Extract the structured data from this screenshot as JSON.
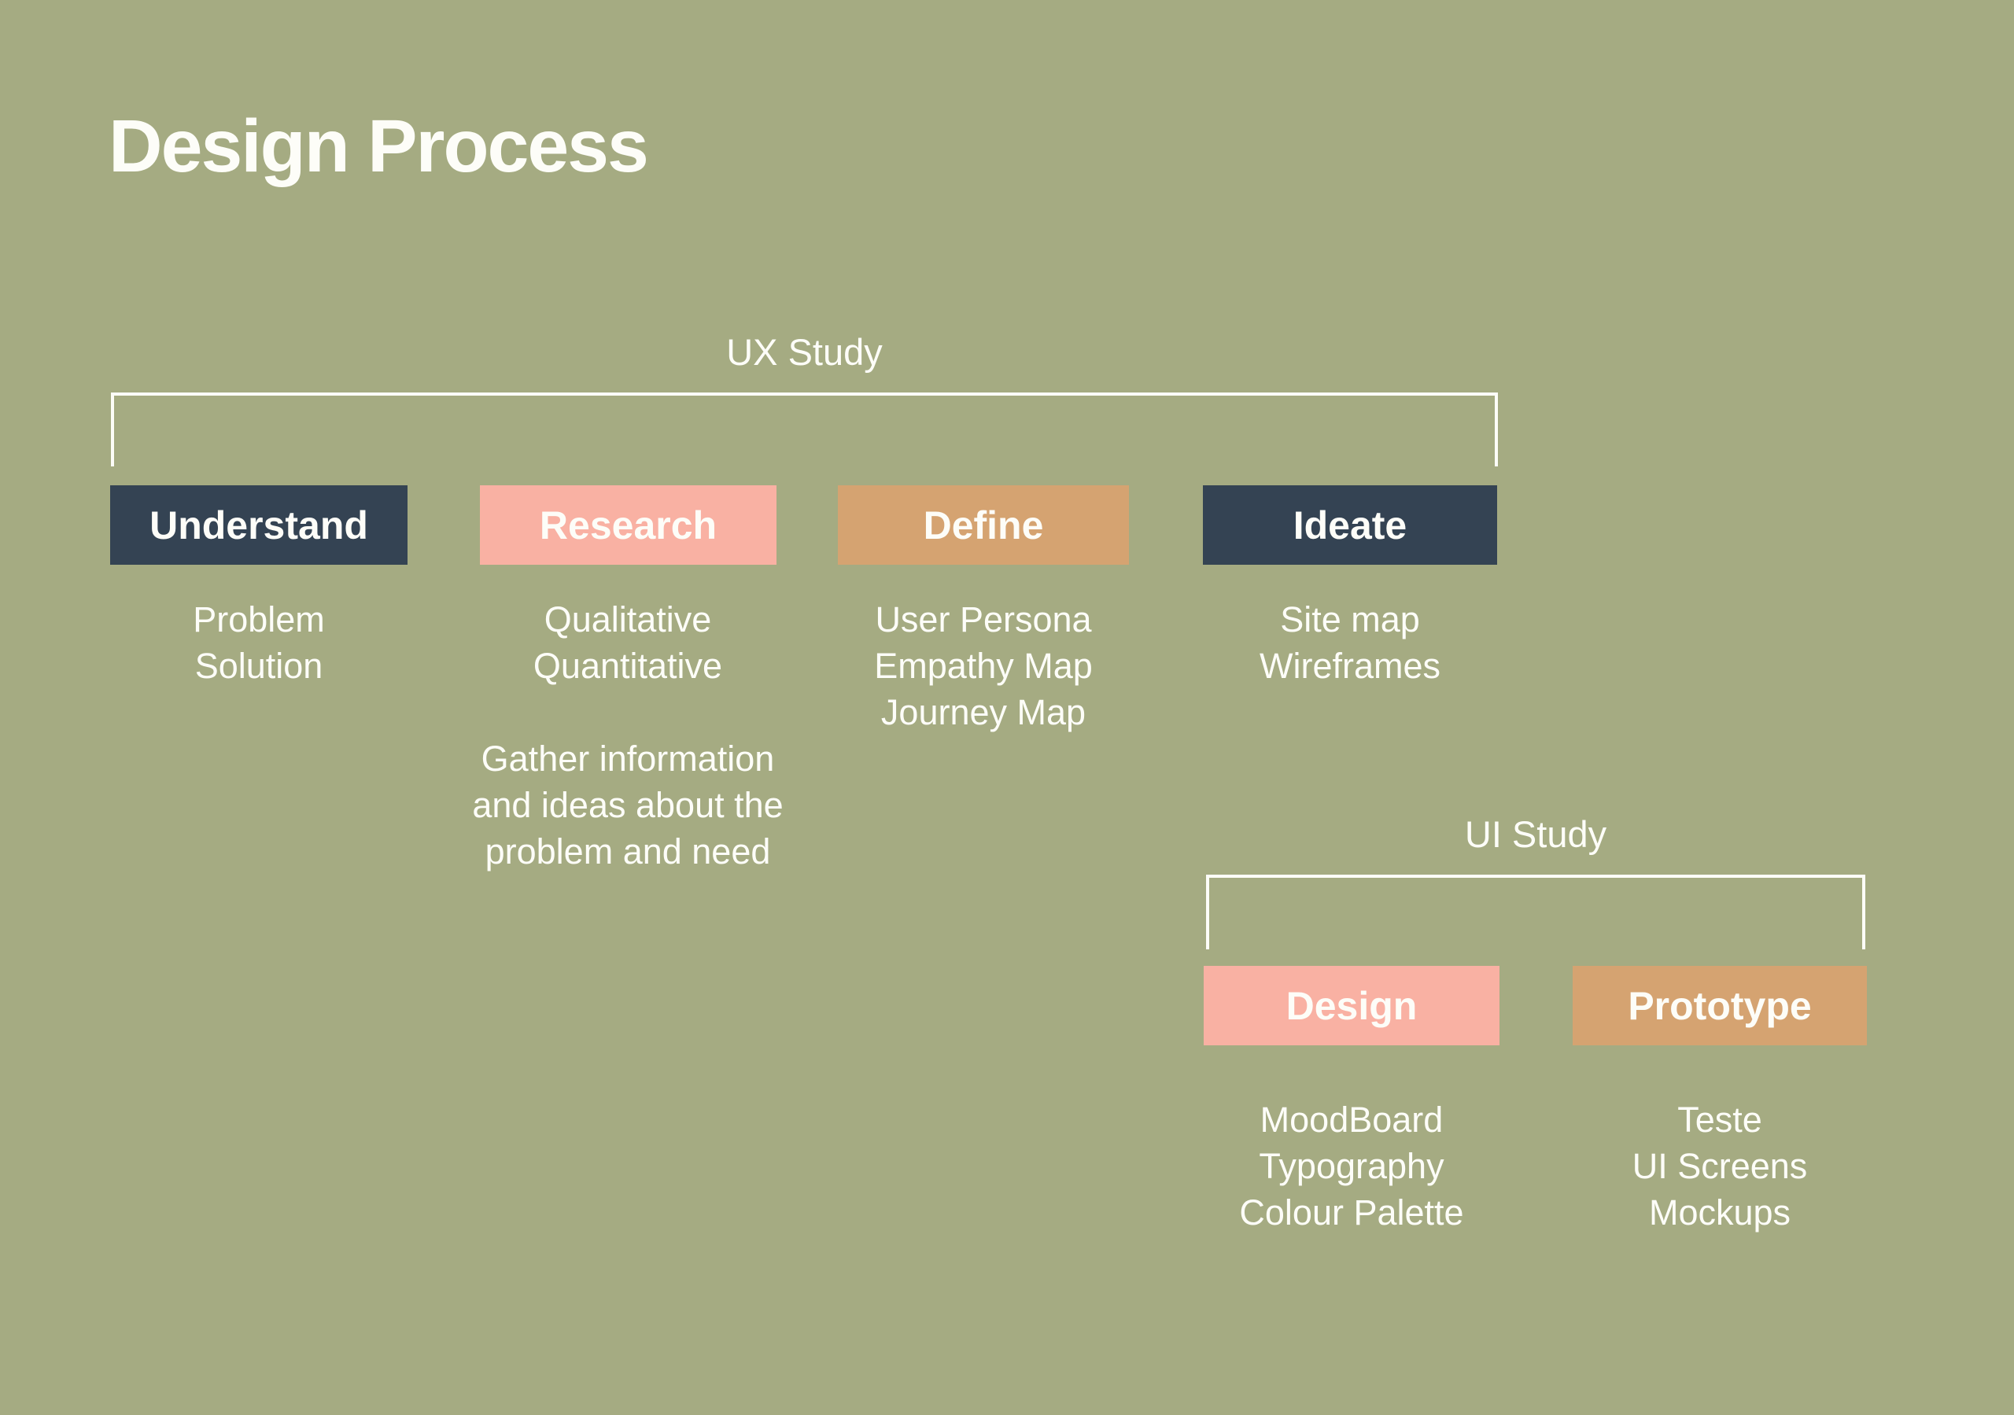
{
  "title": "Design Process",
  "colors": {
    "background": "#a5ab82",
    "navy": "#344353",
    "salmon": "#f9b1a3",
    "tan": "#d5a371",
    "text": "#fdfdf8"
  },
  "ux_study": {
    "label": "UX Study",
    "columns": [
      {
        "label": "Understand",
        "items": [
          "Problem",
          "Solution"
        ]
      },
      {
        "label": "Research",
        "items": [
          "Qualitative",
          "Quantitative"
        ],
        "note": [
          "Gather information",
          "and ideas about the",
          "problem and need"
        ]
      },
      {
        "label": "Define",
        "items": [
          "User Persona",
          "Empathy Map",
          "Journey Map"
        ]
      },
      {
        "label": "Ideate",
        "items": [
          "Site map",
          "Wireframes"
        ]
      }
    ]
  },
  "ui_study": {
    "label": "UI Study",
    "columns": [
      {
        "label": "Design",
        "items": [
          "MoodBoard",
          "Typography",
          "Colour Palette"
        ]
      },
      {
        "label": "Prototype",
        "items": [
          "Teste",
          "UI Screens",
          "Mockups"
        ]
      }
    ]
  }
}
